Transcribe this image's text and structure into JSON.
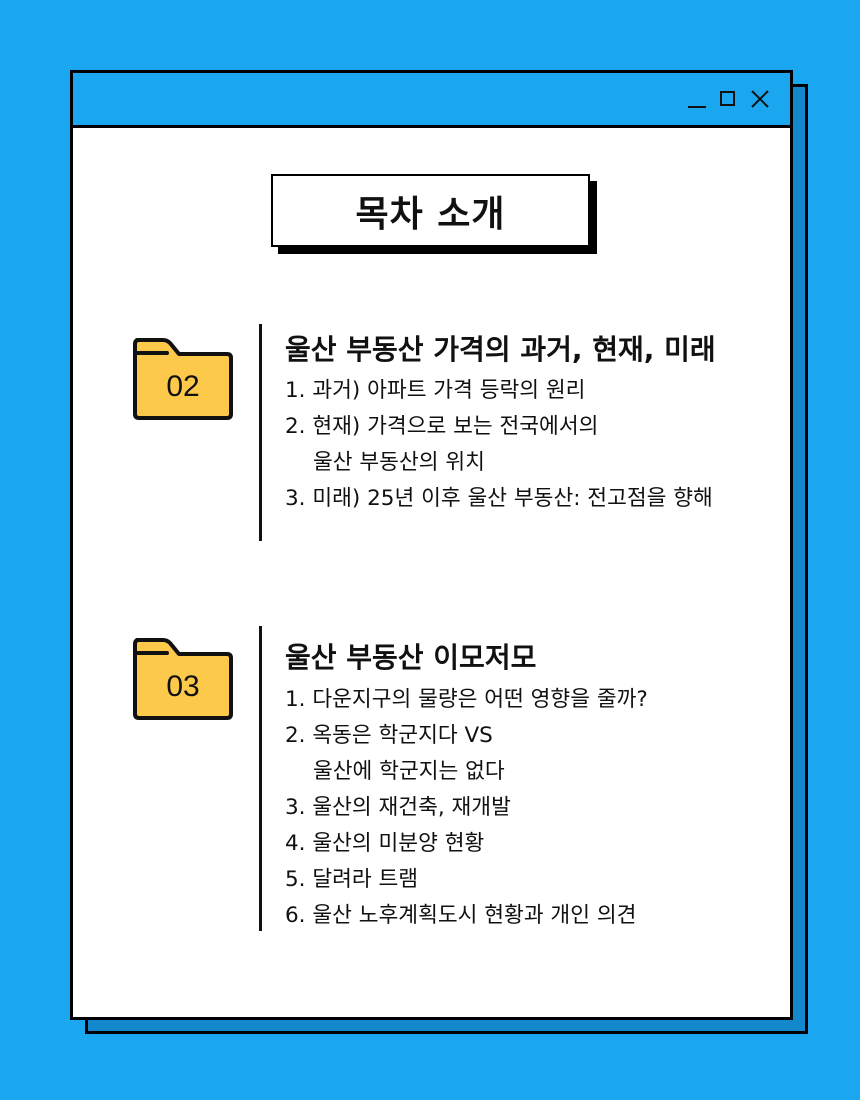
{
  "window": {
    "controls": {
      "minimize": "minimize-icon",
      "maximize": "maximize-icon",
      "close": "close-icon"
    }
  },
  "page_title": "목차 소개",
  "sections": [
    {
      "number": "02",
      "icon": "folder-icon",
      "title": "울산 부동산 가격의 과거, 현재, 미래",
      "items": [
        {
          "line1": "1.  과거) 아파트 가격 등락의 원리",
          "line2": null
        },
        {
          "line1": "2. 현재) 가격으로 보는 전국에서의",
          "line2": "울산 부동산의 위치"
        },
        {
          "line1": "3. 미래) 25년 이후 울산 부동산: 전고점을  향해",
          "line2": null
        }
      ]
    },
    {
      "number": "03",
      "icon": "folder-icon",
      "title": "울산 부동산 이모저모",
      "items": [
        {
          "line1": "1. 다운지구의 물량은 어떤 영향을 줄까?",
          "line2": null
        },
        {
          "line1": "2. 옥동은 학군지다 VS",
          "line2": "울산에 학군지는 없다"
        },
        {
          "line1": "3. 울산의 재건축, 재개발",
          "line2": null
        },
        {
          "line1": "4. 울산의 미분양 현황",
          "line2": null
        },
        {
          "line1": "5. 달려라 트램",
          "line2": null
        },
        {
          "line1": "6. 울산 노후계획도시 현황과 개인 의견",
          "line2": null
        }
      ]
    }
  ],
  "colors": {
    "background": "#1aa7ef",
    "shadow_panel": "#1488cc",
    "folder": "#fdc94a",
    "border": "#000000"
  }
}
